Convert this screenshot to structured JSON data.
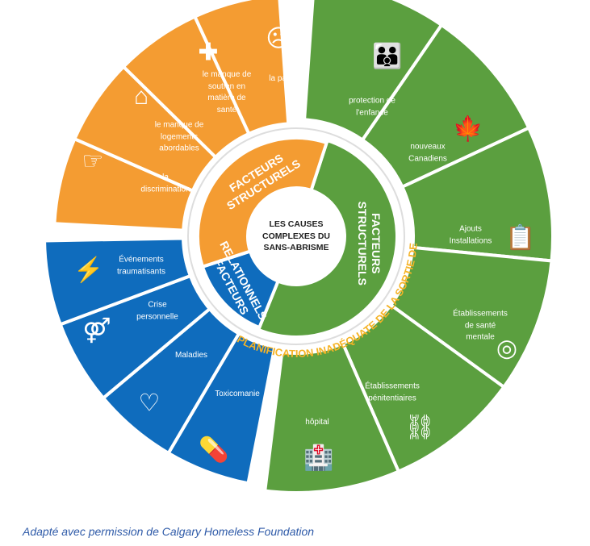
{
  "center_title": [
    "LES CAUSES",
    "COMPLEXES DU",
    "SANS-ABRISME"
  ],
  "inner_ring": {
    "orange": [
      "FACTEURS",
      "STRUCTURELS"
    ],
    "green": [
      "FACTEURS",
      "STRUCTURELS"
    ],
    "blue": [
      "FACTEURS",
      "RELATIONNELS"
    ]
  },
  "arc_label": "PLANIFICATION INADÉQUATE DE LA SORTIE DE :",
  "segments": {
    "green": [
      {
        "label": "protection de\nl'enfance",
        "icon": "family-icon"
      },
      {
        "label": "nouveaux\nCanadiens",
        "icon": "maple-leaf-icon"
      },
      {
        "label": "Ajouts\nInstallations",
        "icon": "clipboard-icon"
      },
      {
        "label": "Établissements\nde santé\nmentale",
        "icon": "head-spiral-icon"
      },
      {
        "label": "Établissements\npénitentiaires",
        "icon": "broken-chain-icon"
      },
      {
        "label": "hôpital",
        "icon": "hospital-icon"
      }
    ],
    "blue": [
      {
        "label": "Toxicomanie",
        "icon": "pill-bottle-icon"
      },
      {
        "label": "Maladies",
        "icon": "heart-pulse-icon"
      },
      {
        "label": "Crise\npersonnelle",
        "icon": "couple-icon"
      },
      {
        "label": "Événements\ntraumatisants",
        "icon": "head-lightning-icon"
      }
    ],
    "orange": [
      {
        "label": "la\ndiscrimination",
        "icon": "pointing-hand-icon"
      },
      {
        "label": "le manque de\nlogements\nabordables",
        "icon": "house-crossed-icon"
      },
      {
        "label": "le manque de\nsoutien en\nmatière de\nsanté",
        "icon": "medical-cross-crossed-icon"
      },
      {
        "label": "la pauvreté",
        "icon": "poverty-person-icon"
      }
    ]
  },
  "colors": {
    "orange": "#f49c32",
    "green": "#5b9f3f",
    "blue": "#0f6cbd",
    "arc_text": "#f5b326"
  },
  "footer": "Adapté avec permission de Calgary Homeless Foundation"
}
